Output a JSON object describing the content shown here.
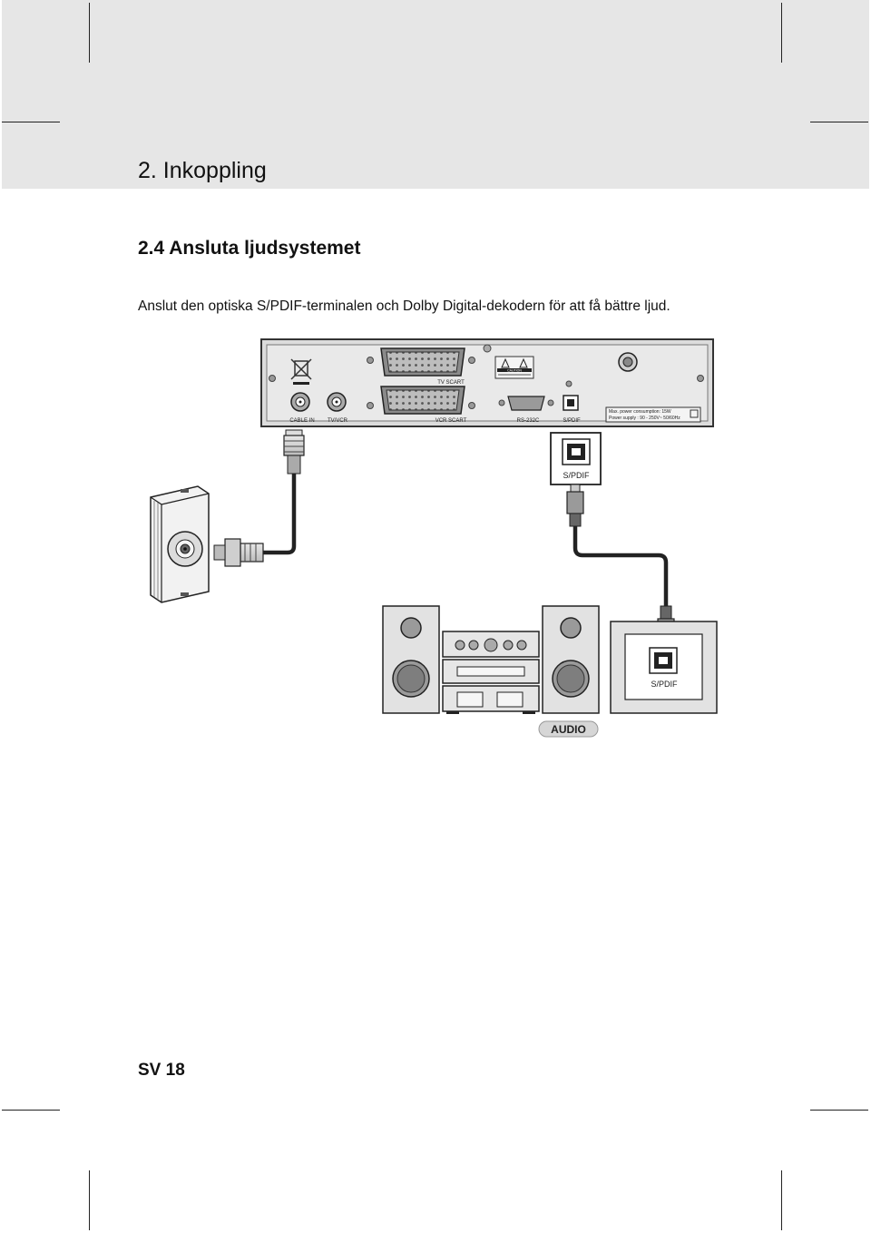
{
  "header": {
    "section_title": "2. Inkoppling"
  },
  "subsection": {
    "title": "2.4 Ansluta ljudsystemet"
  },
  "body": {
    "instruction": "Anslut den optiska S/PDIF-terminalen och Dolby Digital-dekodern för att få bättre ljud."
  },
  "diagram": {
    "receiver_ports": {
      "tv_scart": "TV SCART",
      "vcr_scart": "VCR SCART",
      "cable_in": "CABLE IN",
      "tv_vcr": "TV/VCR",
      "rs232c": "RS-232C",
      "spdif": "S/PDIF"
    },
    "caution_label": "CAUTION",
    "power_info": [
      "Max. power consumption: 15W",
      "Power supply : 90 - 250V~ 50/60Hz"
    ],
    "spdif_callout": "S/PDIF",
    "audio_spdif": "S/PDIF",
    "audio_badge": "AUDIO"
  },
  "footer": {
    "page_number": "SV 18"
  }
}
